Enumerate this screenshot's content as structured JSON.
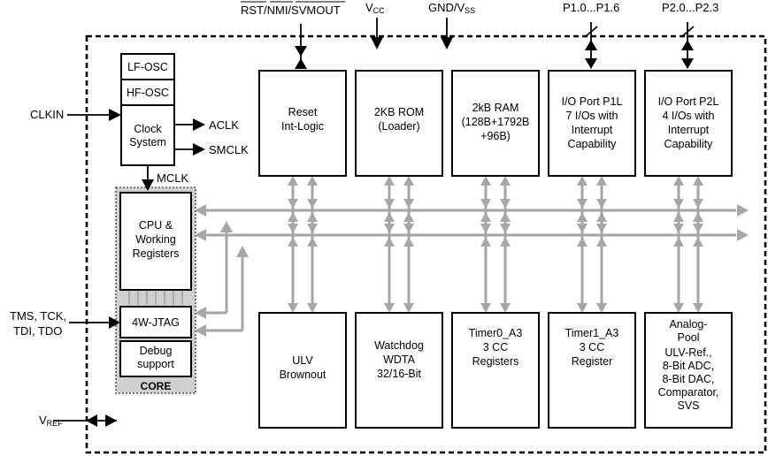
{
  "pins": {
    "rst": "RST/NMI/SVMOUT",
    "vcc_main": "V",
    "vcc_sub": "CC",
    "gnd_main": "GND/V",
    "gnd_sub": "SS",
    "p1": "P1.0...P1.6",
    "p2": "P2.0...P2.3",
    "clkin": "CLKIN",
    "aclk": "ACLK",
    "smclk": "SMCLK",
    "mclk": "MCLK",
    "jtag1": "TMS, TCK,",
    "jtag2": "TDI, TDO",
    "vref_main": "V",
    "vref_sub": "REF"
  },
  "blocks": {
    "lfosc": [
      "LF-OSC"
    ],
    "hfosc": [
      "HF-OSC"
    ],
    "clock": [
      "Clock",
      "System"
    ],
    "cpu": [
      "CPU &",
      "Working",
      "Registers"
    ],
    "jtag": [
      "4W-JTAG"
    ],
    "debug": [
      "Debug",
      "support"
    ],
    "core": [
      "CORE"
    ],
    "reset": [
      "Reset",
      "Int-Logic"
    ],
    "rom": [
      "2KB ROM",
      "(Loader)"
    ],
    "ram": [
      "2kB RAM",
      "(128B+1792B",
      "+96B)"
    ],
    "p1l": [
      "I/O Port P1L",
      "7 I/Os with",
      "Interrupt",
      "Capability"
    ],
    "p2l": [
      "I/O Port P2L",
      "4 I/Os with",
      "Interrupt",
      "Capability"
    ],
    "ulv": [
      "ULV",
      "Brownout"
    ],
    "wdt": [
      "Watchdog",
      "WDTA",
      "",
      "32/16-Bit"
    ],
    "t0": [
      "Timer0_A3",
      "",
      "",
      "3 CC",
      "Registers"
    ],
    "t1": [
      "Timer1_A3",
      "",
      "",
      "3 CC",
      "Register"
    ],
    "analog": [
      "Analog-",
      "Pool",
      "ULV-Ref.,",
      "8-Bit ADC,",
      "8-Bit DAC,",
      "Comparator,",
      "SVS"
    ]
  }
}
